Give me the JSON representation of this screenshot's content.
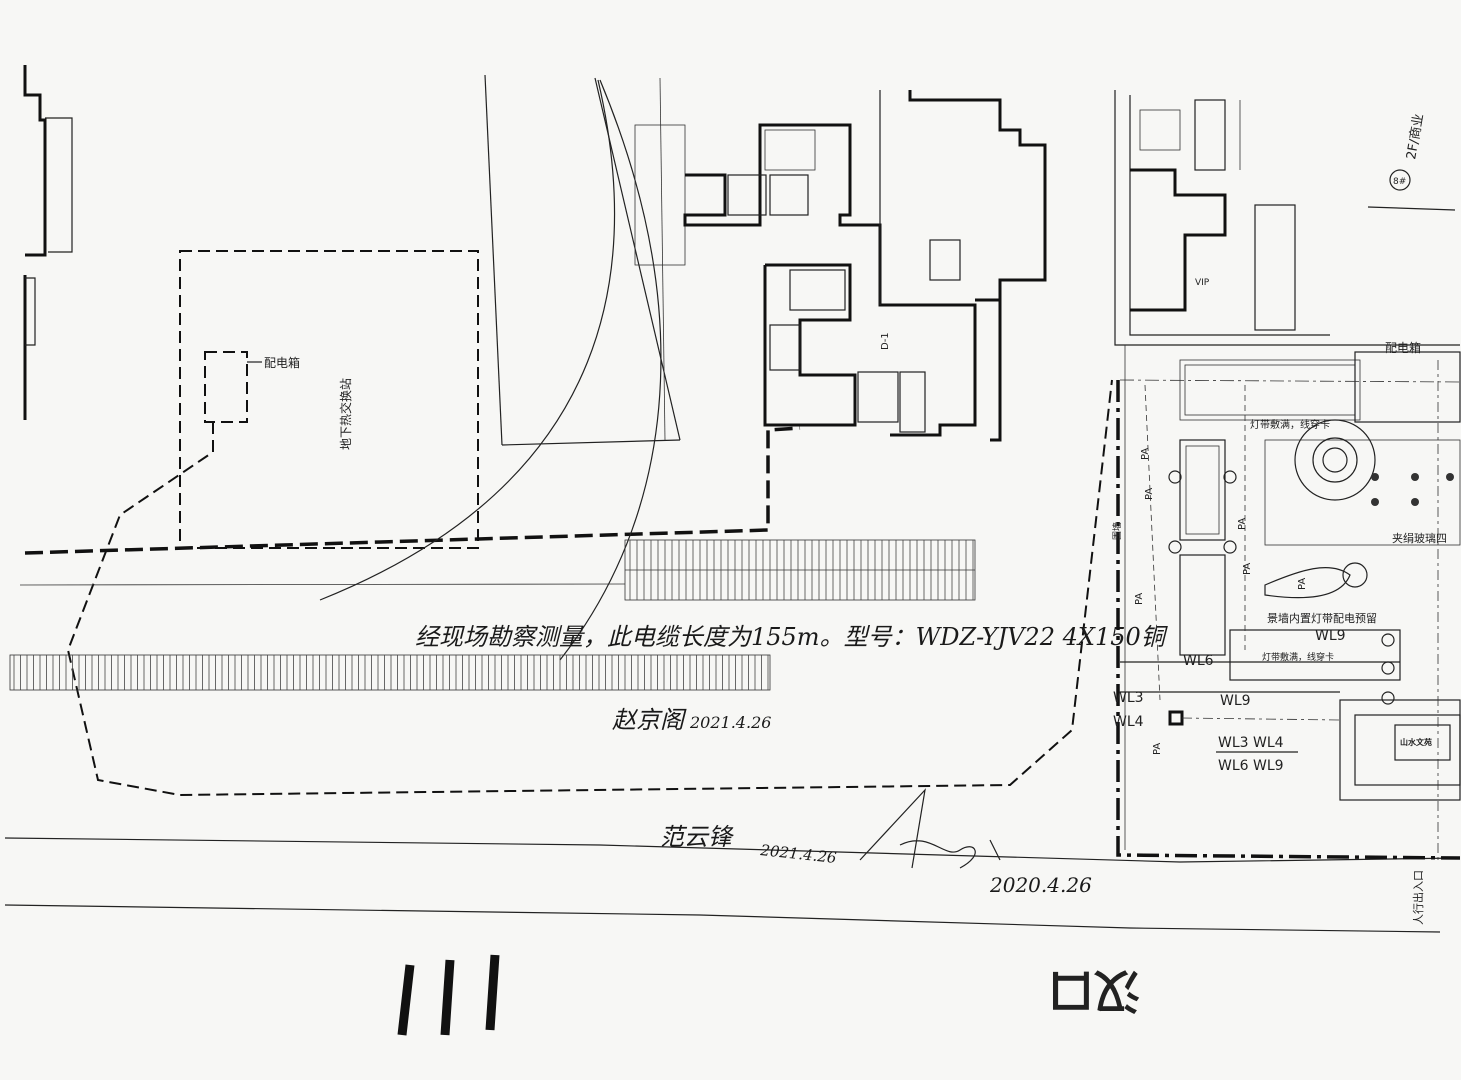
{
  "drawing": {
    "left_building_labels": {
      "distribution_box": "配电箱",
      "heat_station": "地下热交换站"
    },
    "building_d1": "D-1",
    "building_8": {
      "number": "8#",
      "floor_use": "2F/商业",
      "vip_room": "VIP"
    },
    "right_labels": {
      "distribution_box": "配电箱",
      "light_strip_note": "灯带敷满，线穿卡",
      "glass_note": "夹绢玻璃四",
      "wall_light_note": "景墙内置灯带配电预留",
      "fountain_note": "灯带敷满，线穿卡",
      "sign": "山水文苑",
      "pa_labels": [
        "PA",
        "PA",
        "PA",
        "PA",
        "PA",
        "PA",
        "PA"
      ],
      "wl_labels": {
        "wl6": "WL6",
        "wl9_top": "WL9",
        "wl3": "WL3",
        "wl4": "WL4",
        "wl9": "WL9",
        "bundle_top": "WL3  WL4",
        "bundle_bottom": "WL6  WL9"
      },
      "pedestrian_entrance": "人行出入口",
      "road_label": "围墙"
    },
    "road_name": "汉口",
    "road_marks": "111"
  },
  "annotations": {
    "survey_note": "经现场勘察测量，此电缆长度为155m。型号：WDZ-YJV22 4X150铜",
    "signature_1": "赵京阁",
    "date_1": "2021.4.26",
    "signature_2": "范云锋",
    "date_2": "2021.4.26",
    "date_3": "2020.4.26"
  }
}
